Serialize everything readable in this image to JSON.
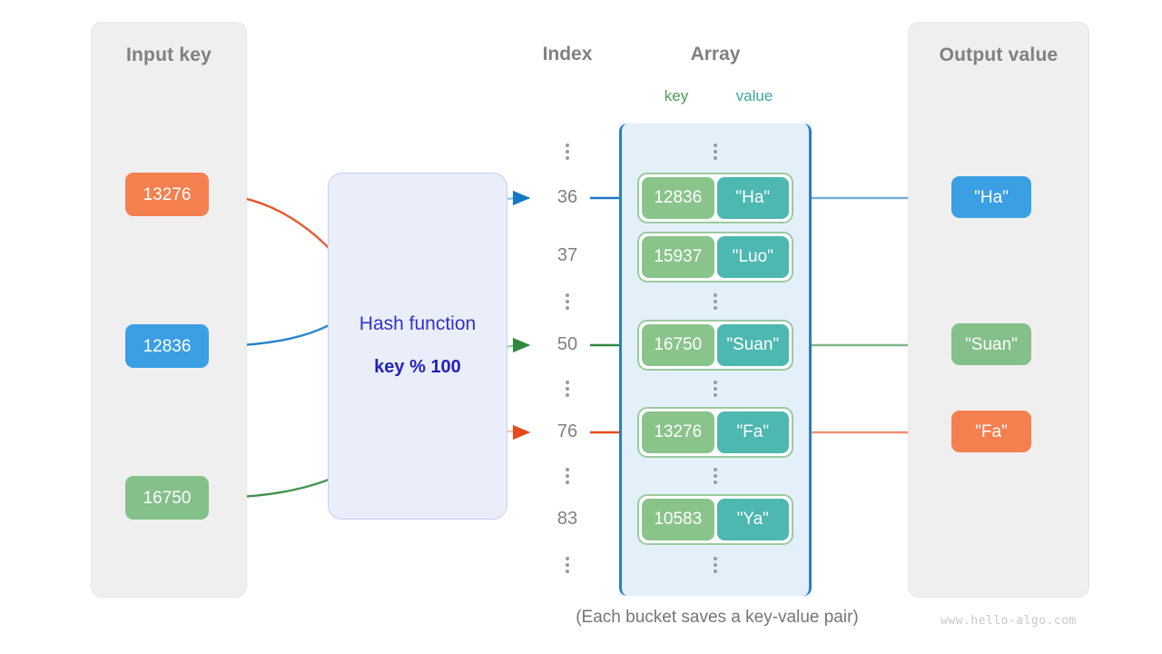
{
  "panels": {
    "input": {
      "title": "Input key"
    },
    "output": {
      "title": "Output value"
    }
  },
  "headings": {
    "index": "Index",
    "array": "Array",
    "key": "key",
    "value": "value"
  },
  "hash": {
    "label": "Hash function",
    "formula": "key % 100"
  },
  "input_keys": [
    {
      "text": "13276",
      "color": "#f5804f",
      "style": "orange"
    },
    {
      "text": "12836",
      "color": "#3b9fe3",
      "style": "blue"
    },
    {
      "text": "16750",
      "color": "#84c08a",
      "style": "green"
    }
  ],
  "output_values": [
    {
      "text": "\"Ha\"",
      "color": "#3b9fe3",
      "style": "blue"
    },
    {
      "text": "\"Suan\"",
      "color": "#84c08a",
      "style": "green"
    },
    {
      "text": "\"Fa\"",
      "color": "#f5804f",
      "style": "orange"
    }
  ],
  "index_column": [
    {
      "kind": "dots"
    },
    {
      "kind": "index",
      "text": "36"
    },
    {
      "kind": "index",
      "text": "37"
    },
    {
      "kind": "dots"
    },
    {
      "kind": "index",
      "text": "50"
    },
    {
      "kind": "dots"
    },
    {
      "kind": "index",
      "text": "76"
    },
    {
      "kind": "dots"
    },
    {
      "kind": "index",
      "text": "83"
    },
    {
      "kind": "dots"
    }
  ],
  "buckets": [
    {
      "key": "12836",
      "value": "\"Ha\"",
      "index": "36"
    },
    {
      "key": "15937",
      "value": "\"Luo\"",
      "index": "37"
    },
    {
      "key": "16750",
      "value": "\"Suan\"",
      "index": "50"
    },
    {
      "key": "13276",
      "value": "\"Fa\"",
      "index": "76"
    },
    {
      "key": "10583",
      "value": "\"Ya\"",
      "index": "83"
    }
  ],
  "mappings": [
    {
      "key": "13276",
      "index": "76",
      "value": "\"Fa\"",
      "color": "#e8491a"
    },
    {
      "key": "12836",
      "index": "36",
      "value": "\"Ha\"",
      "color": "#1878c8"
    },
    {
      "key": "16750",
      "index": "50",
      "value": "\"Suan\"",
      "color": "#2f8a3e"
    }
  ],
  "caption": "(Each bucket saves a key-value pair)",
  "watermark": "www.hello-algo.com",
  "colors": {
    "panel_bg": "#efefef",
    "array_bg": "#e3f0fa",
    "array_border": "#2e7dc0",
    "hash_bg": "#eaeefa",
    "hash_border": "#c5cdef",
    "bucket_key": "#89c48a",
    "bucket_value": "#4cb8b0",
    "heading": "#808080"
  }
}
